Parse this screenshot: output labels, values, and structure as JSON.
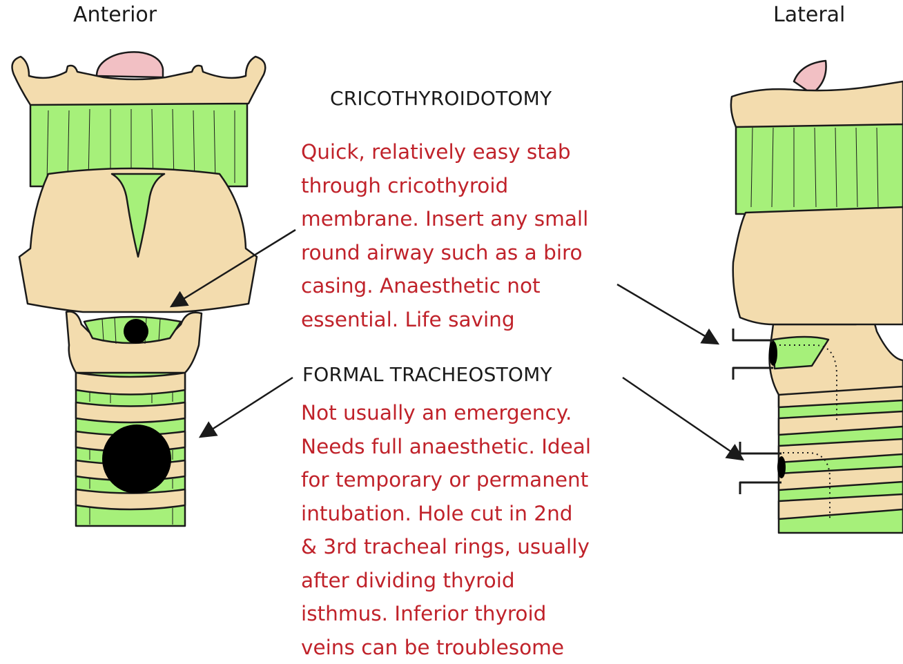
{
  "views": {
    "anterior": "Anterior",
    "lateral": "Lateral"
  },
  "cricothyroidotomy": {
    "title": "CRICOTHYROIDOTOMY",
    "lines": [
      "Quick, relatively easy stab",
      "through cricothyroid",
      "membrane.  Insert any small",
      "round airway such as a biro",
      "casing.  Anaesthetic not",
      "essential.  Life saving"
    ]
  },
  "tracheostomy": {
    "title": "FORMAL TRACHEOSTOMY",
    "lines": [
      "Not usually an emergency.",
      "Needs full anaesthetic.  Ideal",
      "for temporary or permanent",
      "intubation.  Hole cut in 2nd",
      "& 3rd tracheal rings, usually",
      "after dividing thyroid",
      "isthmus.  Inferior thyroid",
      "veins can be troublesome"
    ]
  },
  "colors": {
    "cartilage": "#f3dcae",
    "membrane": "#a6f07a",
    "epiglottis": "#f2c0c4",
    "text_red": "#c0222a",
    "outline": "#1a1a1a"
  }
}
